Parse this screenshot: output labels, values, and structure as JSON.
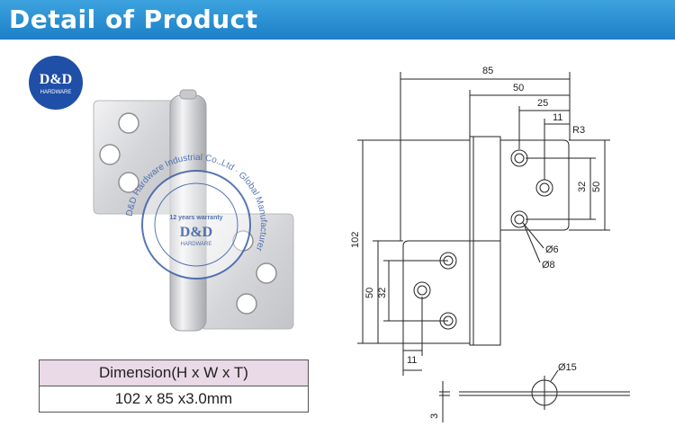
{
  "header": {
    "title": "Detail of Product"
  },
  "logo": {
    "text": "D&D",
    "subtitle": "HARDWARE"
  },
  "watermark": {
    "ring_text": "D&D Hardware Industrial Co.,Ltd · Global Manufacturer",
    "warranty": "12 years warranty",
    "brand": "D&D",
    "brand_sub": "HARDWARE"
  },
  "drawing": {
    "dim_85": "85",
    "dim_50_top": "50",
    "dim_25": "25",
    "dim_11_top": "11",
    "dim_r3": "R3",
    "dim_32_right": "32",
    "dim_50_right": "50",
    "dim_102": "102",
    "dim_50_left": "50",
    "dim_32_left": "32",
    "dim_11_bottom": "11",
    "dim_d6": "Ø6",
    "dim_d8": "Ø8",
    "dim_d15": "Ø15",
    "dim_3": "3"
  },
  "spec": {
    "label": "Dimension(H x W x T)",
    "value": "102 x 85 x3.0mm"
  },
  "colors": {
    "header": "#2a90d4",
    "table_header": "#ead9e6",
    "metal": "#d9dadd"
  }
}
